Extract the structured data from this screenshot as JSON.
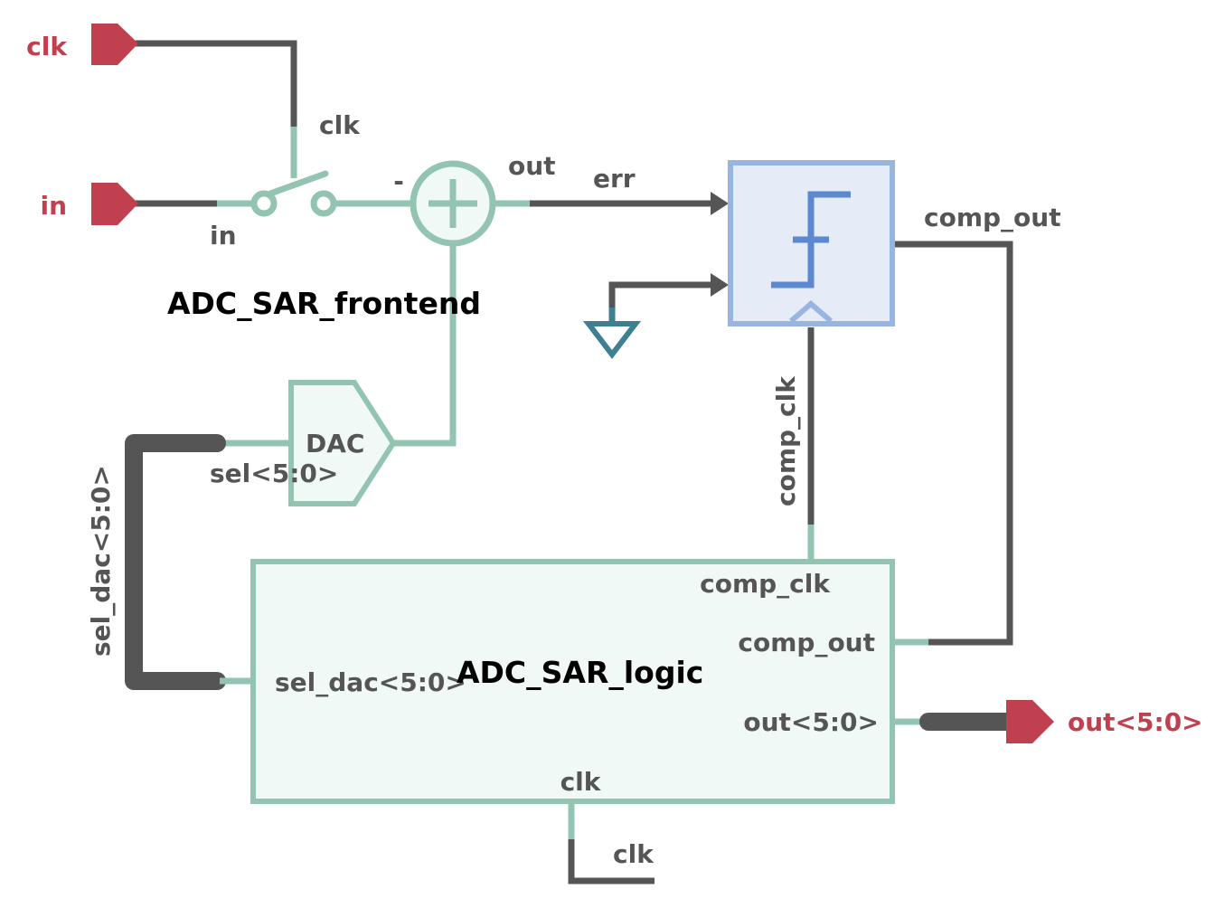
{
  "colors": {
    "port": "#c0404f",
    "wire_dark": "#555555",
    "wire_teal": "#93c4b1",
    "comparator_border": "#98b5e0",
    "comparator_fill": "#e5ecf8",
    "comparator_symbol": "#5b88cf",
    "ground": "#3f7f92",
    "logic_fill": "#f1f9f6"
  },
  "ports": {
    "clk": "clk",
    "in": "in",
    "out": "out<5:0>"
  },
  "frontend": {
    "title": "ADC_SAR_frontend",
    "switch_clk": "clk",
    "switch_in": "in",
    "sum_minus": "-",
    "sum_out": "out",
    "dac_label": "DAC",
    "dac_sel": "sel<5:0>"
  },
  "nets": {
    "err": "err",
    "comp_out": "comp_out",
    "comp_clk": "comp_clk",
    "sel_dac": "sel_dac<5:0>",
    "clk": "clk"
  },
  "logic": {
    "title": "ADC_SAR_logic",
    "pin_comp_clk": "comp_clk",
    "pin_comp_out": "comp_out",
    "pin_sel_dac": "sel_dac<5:0>",
    "pin_out": "out<5:0>",
    "pin_clk": "clk"
  },
  "icons": {
    "comparator": "comparator-symbol-icon",
    "ground": "ground-icon",
    "summer": "summing-junction-icon",
    "switch": "switch-icon"
  }
}
